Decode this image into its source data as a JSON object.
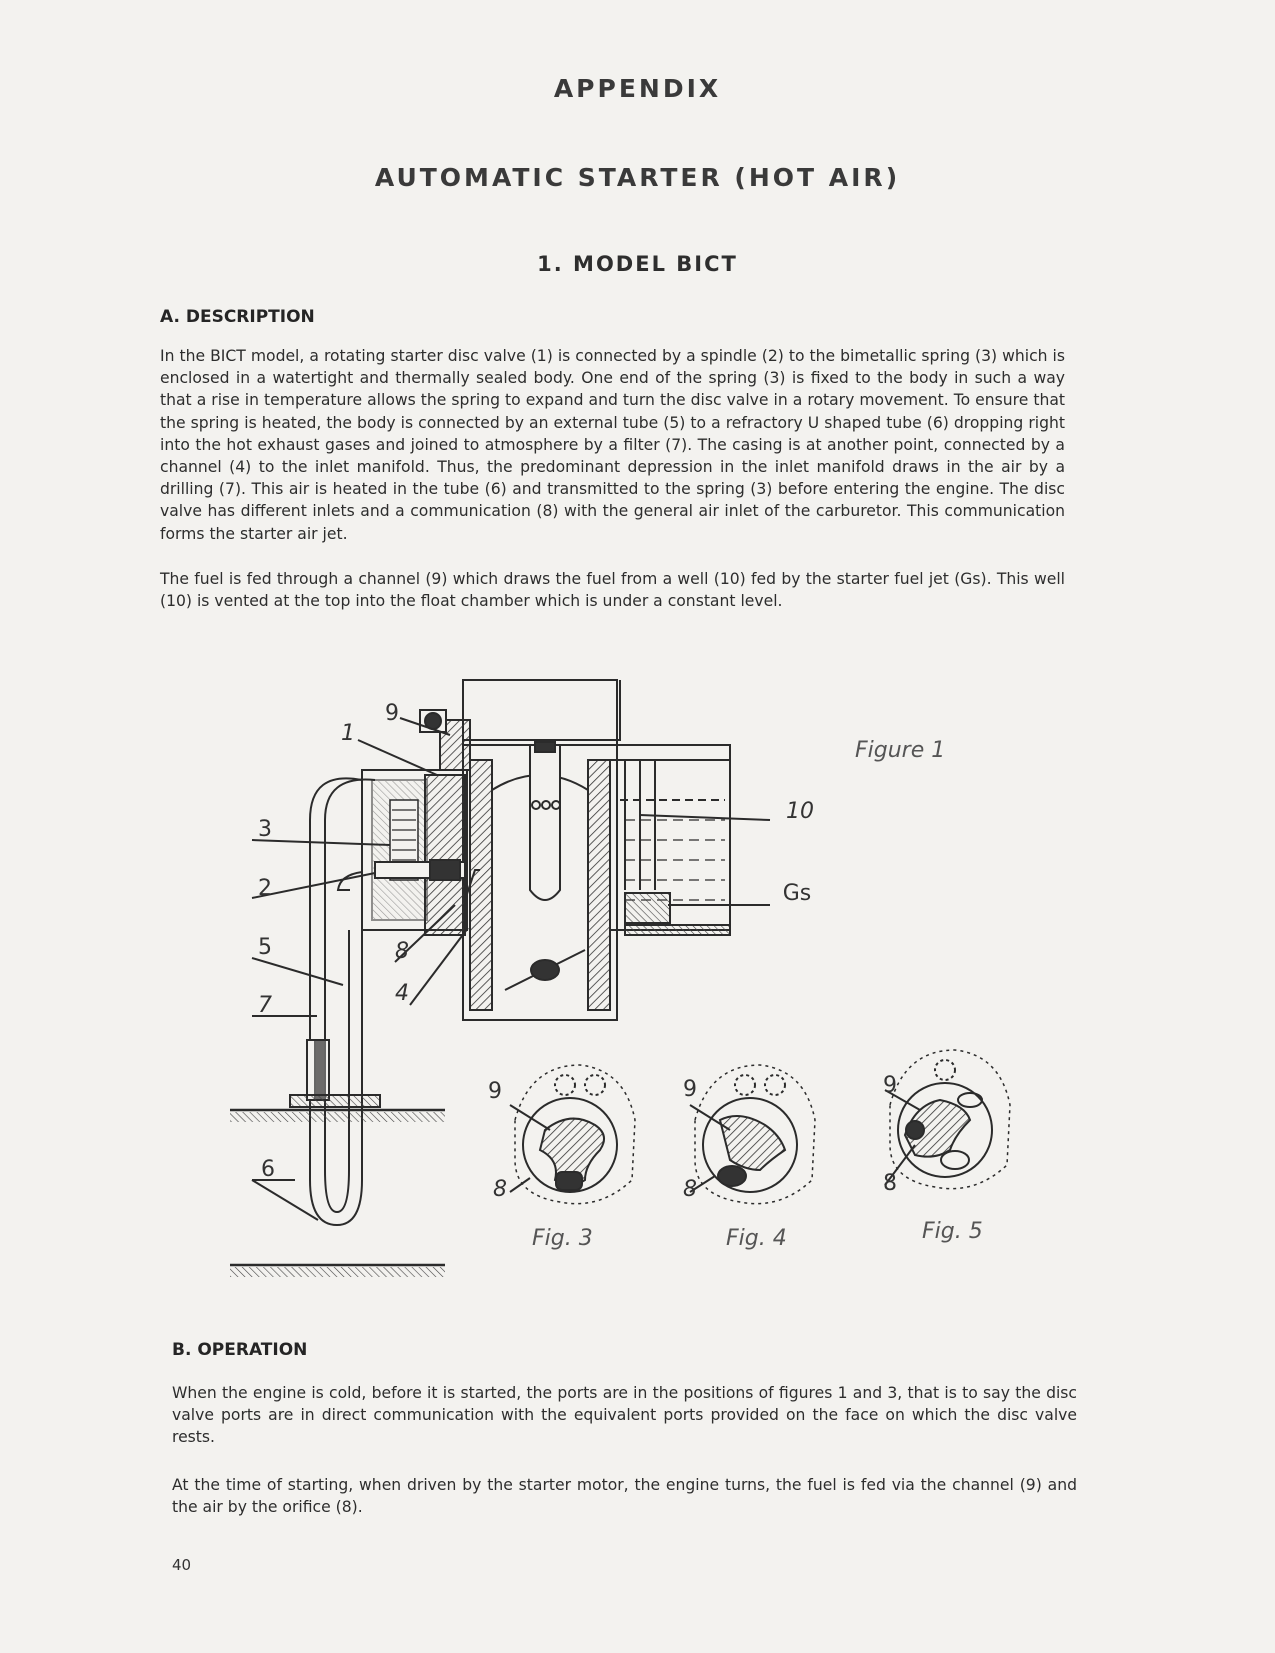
{
  "header": {
    "appendix": "APPENDIX",
    "title": "AUTOMATIC STARTER (HOT AIR)",
    "model": "1. MODEL BICT"
  },
  "description": {
    "heading": "A. DESCRIPTION",
    "para1": "In the BICT model, a rotating starter disc valve (1) is connected by a spindle (2) to the bimetallic spring (3) which is enclosed in a watertight and thermally sealed body. One end of the spring (3) is fixed to the body in such a way that a rise in temperature allows the spring to expand and turn the disc valve in a rotary movement. To ensure that the spring is heated, the body is connected by an external tube (5) to a refractory U shaped tube (6) dropping right into the hot exhaust gases and joined to atmosphere by a filter (7). The casing is at another point, connected by a channel (4) to the inlet manifold. Thus, the predominant depression in the inlet manifold draws in the air by a drilling (7). This air is heated in the tube (6) and transmitted to the spring (3) before entering the engine. The disc valve has different inlets and a communication (8) with the general air inlet of the carburetor. This communication forms the starter air jet.",
    "para2": "The fuel is fed through a channel (9) which draws the fuel from a well (10) fed by the starter fuel jet (Gs). This well (10) is vented at the top into the float chamber which is under a constant level."
  },
  "figure": {
    "caption_fig1": "Figure 1",
    "caption_fig3": "Fig. 3",
    "caption_fig4": "Fig. 4",
    "caption_fig5": "Fig. 5",
    "callouts": {
      "c1": "1",
      "c2": "2",
      "c3": "3",
      "c4": "4",
      "c5": "5",
      "c6": "6",
      "c7": "7",
      "c8": "8",
      "c9": "9",
      "c10": "10",
      "gs": "Gs"
    },
    "disc_labels": {
      "nine": "9",
      "eight": "8"
    }
  },
  "operation": {
    "heading": "B. OPERATION",
    "para1": "When the engine is cold, before it is started, the ports are in the positions of figures 1 and 3, that is to say the disc valve ports are in direct communication with the equivalent ports provided on the face on which the disc valve rests.",
    "para2": "At the time of starting, when driven by the starter motor, the engine turns, the fuel is fed via the channel (9) and the air by the orifice (8)."
  },
  "footer": {
    "page_number": "40"
  }
}
